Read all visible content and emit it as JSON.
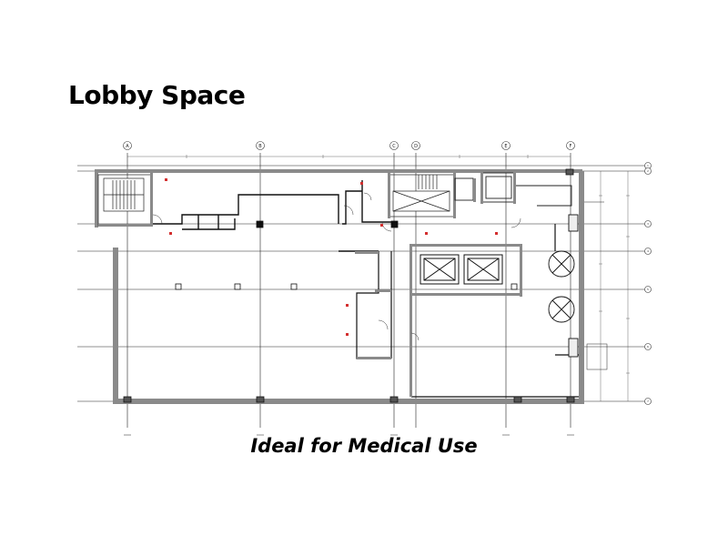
{
  "page": {
    "title": "Lobby Space",
    "caption": "Ideal for Medical Use"
  },
  "grid_labels": {
    "columns": [
      "A",
      "B",
      "C",
      "D",
      "E",
      "F"
    ],
    "rows": [
      "1",
      "2",
      "3",
      "4",
      "5",
      "6",
      "7"
    ]
  },
  "colors": {
    "wall": "#8a8a8a",
    "line": "#000000",
    "accent": "#d32f2f"
  }
}
